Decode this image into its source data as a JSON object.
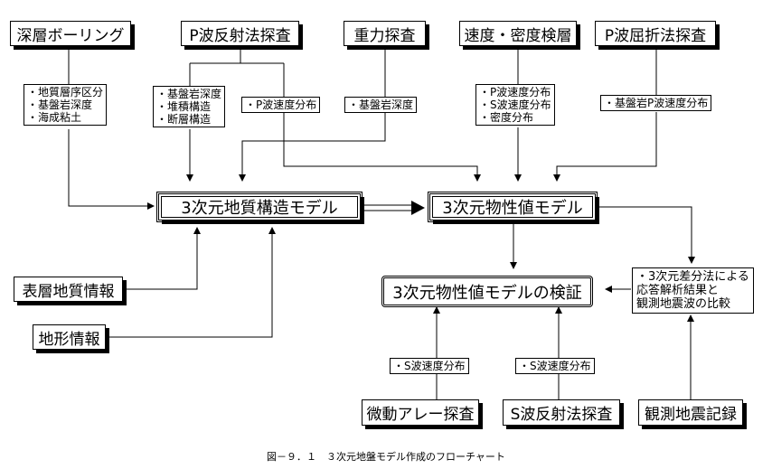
{
  "sources": {
    "deep_boring": "深層ボーリング",
    "p_reflection": "P波反射法探査",
    "gravity": "重力探査",
    "velocity_logging": "速度・密度検層",
    "p_refraction": "P波屈折法探査",
    "surface_geology": "表層地質情報",
    "topography": "地形情報",
    "microtremor": "微動アレー探査",
    "s_reflection": "S波反射法探査",
    "seismic_records": "観測地震記録"
  },
  "labels": {
    "boring_items": [
      "・地質層序区分",
      "・基盤岩深度",
      "・海成粘土"
    ],
    "reflection_items": [
      "・基盤岩深度",
      "・堆積構造",
      "・断層構造"
    ],
    "reflection_p_velocity": "・P波速度分布",
    "gravity_item": "・基盤岩深度",
    "logging_items": [
      "・P波速度分布",
      "・S波速度分布",
      "・密度分布"
    ],
    "refraction_item": "・基盤岩P波速度分布",
    "microtremor_item": "・S波速度分布",
    "s_reflection_item": "・S波速度分布",
    "comparison": [
      "・3次元差分法による",
      "応答解析結果と",
      "観測地震波の比較"
    ]
  },
  "models": {
    "geology": "3次元地質構造モデル",
    "property": "3次元物性値モデル",
    "verification": "3次元物性値モデルの検証"
  },
  "caption": "図－９．１　３次元地盤モデル作成のフローチャート"
}
